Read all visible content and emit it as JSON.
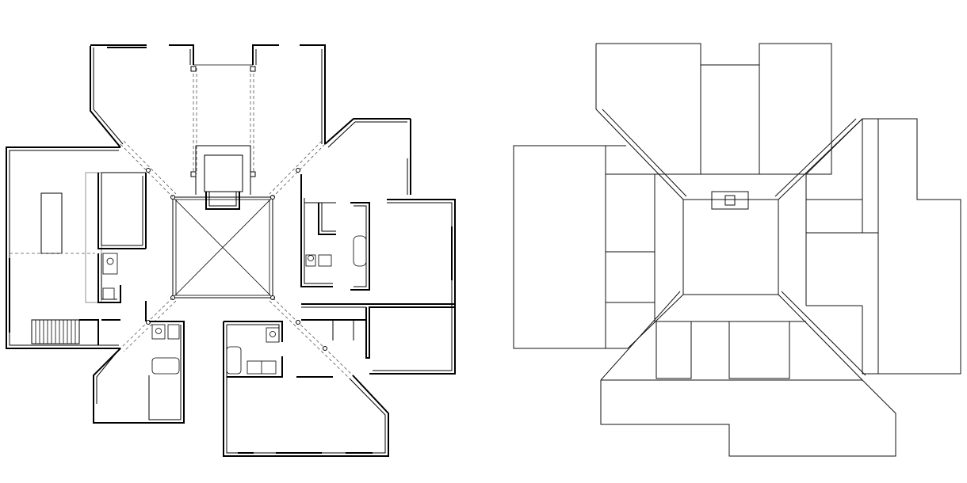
{
  "drawing": {
    "views": [
      {
        "id": "floor-plan",
        "kind": "floor-plan"
      },
      {
        "id": "roof-plan",
        "kind": "roof-plan"
      }
    ],
    "colors": {
      "background": "#ffffff",
      "line": "#000000",
      "hidden_line": "#555555"
    }
  }
}
